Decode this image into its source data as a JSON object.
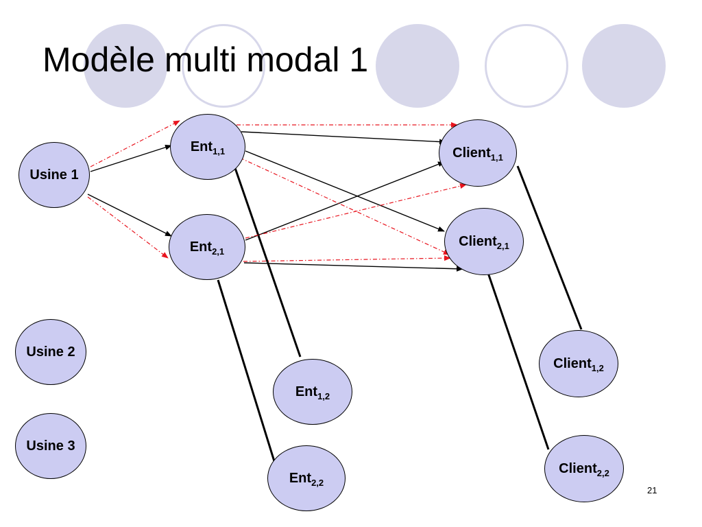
{
  "slide": {
    "title": "Modèle multi modal 1",
    "page_number": "21"
  },
  "colors": {
    "node_fill": "#ccccf2",
    "deco_circle": "#d7d7ea",
    "solid_arrow": "#000000",
    "dashed_arrow": "#e8141e"
  },
  "nodes": {
    "usine1": {
      "label": "Usine 1"
    },
    "usine2": {
      "label": "Usine 2"
    },
    "usine3": {
      "label": "Usine 3"
    },
    "ent11": {
      "label": "Ent",
      "sub": "1,1"
    },
    "ent21": {
      "label": "Ent",
      "sub": "2,1"
    },
    "ent12": {
      "label": "Ent",
      "sub": "1,2"
    },
    "ent22": {
      "label": "Ent",
      "sub": "2,2"
    },
    "client11": {
      "label": "Client",
      "sub": "1,1"
    },
    "client21": {
      "label": "Client",
      "sub": "2,1"
    },
    "client12": {
      "label": "Client",
      "sub": "1,2"
    },
    "client22": {
      "label": "Client",
      "sub": "2,2"
    }
  }
}
